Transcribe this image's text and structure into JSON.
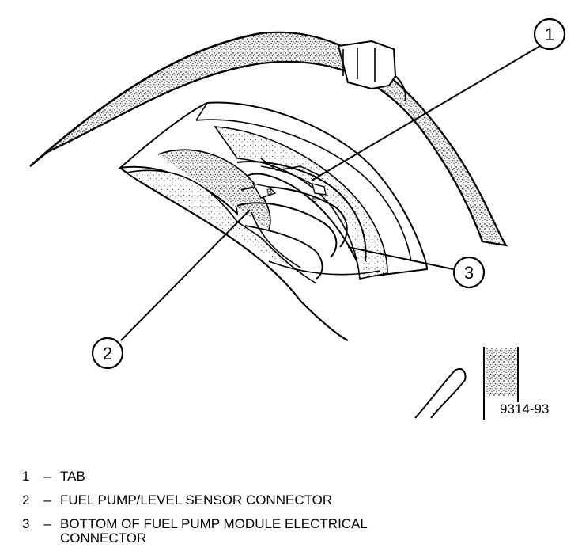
{
  "figure": {
    "id_label": "9314-93",
    "callouts": [
      {
        "number": "1",
        "name": "TAB"
      },
      {
        "number": "2",
        "name": "FUEL PUMP/LEVEL SENSOR CONNECTOR"
      },
      {
        "number": "3",
        "name": "BOTTOM OF FUEL PUMP MODULE ELECTRICAL CONNECTOR"
      }
    ],
    "connector_marks": [
      "B",
      "B"
    ]
  },
  "legend": {
    "dash": "–",
    "items": [
      {
        "number": "1",
        "text": "TAB"
      },
      {
        "number": "2",
        "text": "FUEL PUMP/LEVEL SENSOR CONNECTOR"
      },
      {
        "number": "3",
        "text": "BOTTOM OF FUEL PUMP MODULE ELECTRICAL\nCONNECTOR"
      }
    ]
  }
}
